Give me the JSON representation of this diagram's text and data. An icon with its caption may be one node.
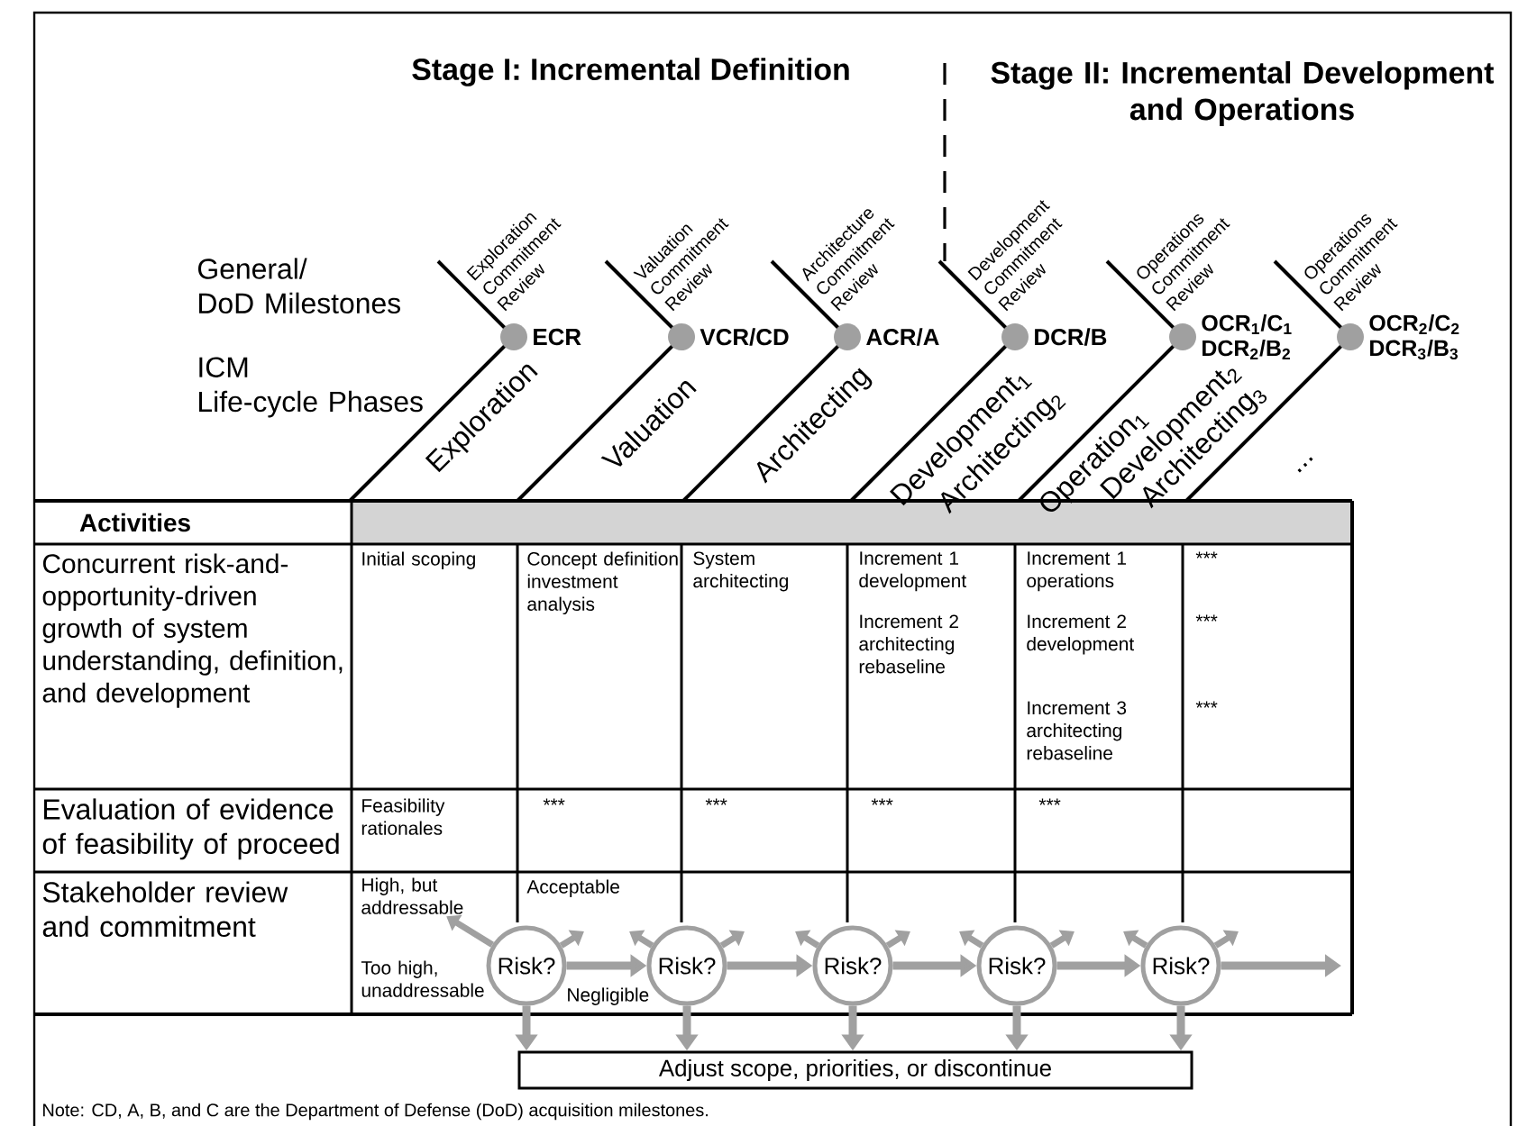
{
  "diagram": {
    "caption": "Note: CD, A, B, and C are the Department of Defense (DoD) acquisition milestones.",
    "nodes": [
      {
        "text": [
          "Risk?"
        ]
      },
      {
        "text": [
          "Risk?"
        ]
      },
      {
        "text": [
          "Risk?"
        ]
      },
      {
        "text": [
          "Risk?"
        ]
      },
      {
        "text": [
          "Risk?"
        ]
      },
      {
        "text": [
          "Adjust scope, priorities, or discontinue"
        ]
      },
      {
        "text": [
          "High, but addressable"
        ]
      }
    ],
    "edges": [
      {
        "from": 0,
        "to": 1,
        "arrow": "to"
      },
      {
        "from": 1,
        "to": 2,
        "arrow": "to"
      },
      {
        "from": 2,
        "to": 3,
        "arrow": "to"
      },
      {
        "from": 3,
        "to": 4,
        "arrow": "to"
      },
      {
        "from": 4,
        "to": null,
        "arrow": "to"
      },
      {
        "from": 0,
        "to": 5,
        "arrow": "to"
      },
      {
        "from": 1,
        "to": 5,
        "arrow": "to"
      },
      {
        "from": 2,
        "to": 5,
        "arrow": "to"
      },
      {
        "from": 3,
        "to": 5,
        "arrow": "to"
      },
      {
        "from": 4,
        "to": 5,
        "arrow": "to"
      },
      {
        "from": 0,
        "to": 6,
        "arrow": "to"
      },
      {
        "from": 0,
        "to": null,
        "arrow": "to"
      },
      {
        "from": 1,
        "to": null,
        "arrow": "to"
      },
      {
        "from": 1,
        "to": null,
        "arrow": "to"
      },
      {
        "from": 2,
        "to": null,
        "arrow": "to"
      },
      {
        "from": 2,
        "to": null,
        "arrow": "to"
      },
      {
        "from": 3,
        "to": null,
        "arrow": "to"
      },
      {
        "from": 3,
        "to": null,
        "arrow": "to"
      },
      {
        "from": 4,
        "to": null,
        "arrow": "to"
      },
      {
        "from": 4,
        "to": null,
        "arrow": "to"
      }
    ],
    "labels": [
      "Stage I: Incremental Definition",
      "Stage II: Incremental Development and Operations",
      "General/ DoD Milestones",
      "ICM Life-cycle Phases",
      "Exploration Commitment Review",
      "Valuation Commitment Review",
      "Architecture Commitment Review",
      "Development Commitment Review",
      "Operations Commitment Review",
      "Operations Commitment Review",
      "ECR",
      "VCR/CD",
      "ACR/A",
      "DCR/B",
      "OCR$_{1}$/C$_{1}$",
      "DCR$_{2}$/B$_{2}$",
      "OCR$_{2}$/C$_{2}$",
      "DCR$_{3}$/B$_{3}$",
      "Exploration",
      "Valuation",
      "Architecting",
      "Development$_{1}$",
      "Architecting$_{2}$",
      "Operation$_{1}$",
      "Development$_{2}$",
      "Architecting$_{3}$",
      "...",
      "Activities",
      "Concurrent risk-and-opportunity-driven growth of system understanding, definition, and development",
      "Initial scoping",
      "Concept definition investment analysis",
      "System architecting",
      "Increment 1 development",
      "Increment 2 architecting rebaseline",
      "Increment 1 operations",
      "Increment 2 development",
      "Increment 3 architecting rebaseline",
      "***",
      "***",
      "***",
      "Evaluation of evidence of feasibility of proceed",
      "Feasibility rationales",
      "***",
      "***",
      "***",
      "***",
      "Stakeholder review and commitment",
      "Acceptable",
      "Too high, unaddressable",
      "Negligible"
    ]
  }
}
